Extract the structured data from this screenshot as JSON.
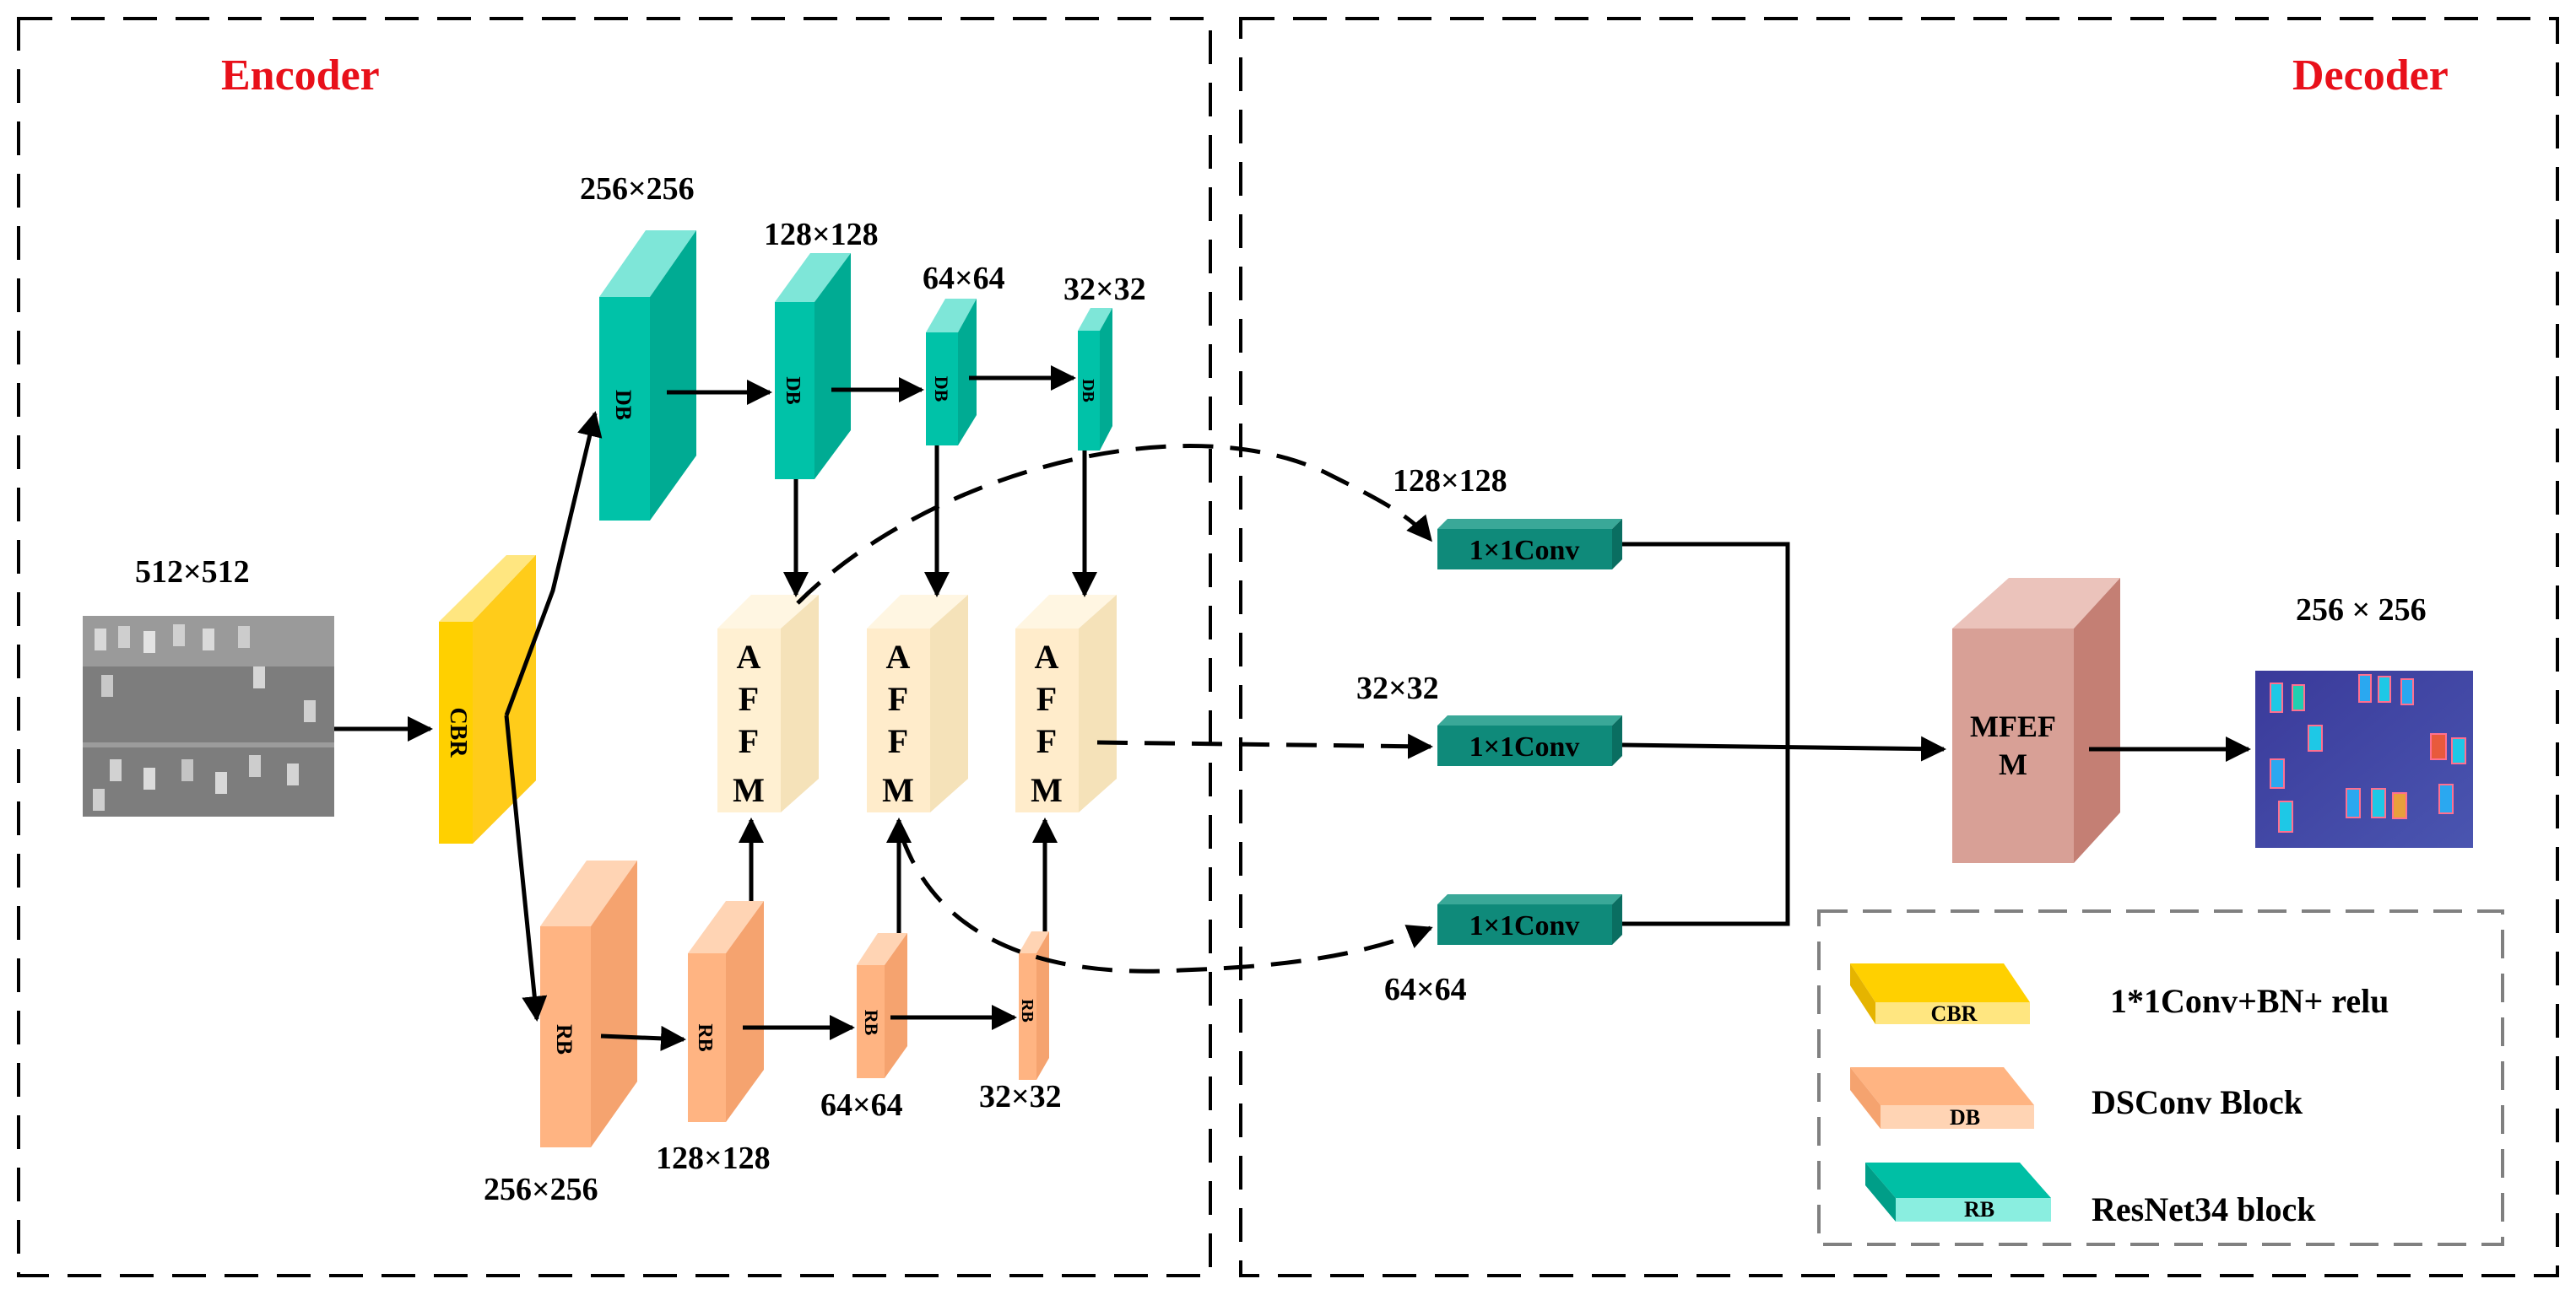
{
  "sections": {
    "encoder_title": "Encoder",
    "decoder_title": "Decoder"
  },
  "input": {
    "size_label": "512×512"
  },
  "blocks": {
    "cbr": "CBR",
    "db": "DB",
    "rb": "RB",
    "affm_letters": [
      "A",
      "F",
      "F",
      "M"
    ],
    "conv": "1×1Conv",
    "mfefm_line1": "MFEF",
    "mfefm_line2": "M"
  },
  "size_labels": {
    "db1": "256×256",
    "db2": "128×128",
    "db3": "64×64",
    "db4": "32×32",
    "rb1": "256×256",
    "rb2": "128×128",
    "rb3": "64×64",
    "rb4": "32×32",
    "conv_top": "128×128",
    "conv_mid": "32×32",
    "conv_bot": "64×64",
    "output": "256 × 256"
  },
  "legend": [
    {
      "block": "CBR",
      "text": "1*1Conv+BN+ relu"
    },
    {
      "block": "DB",
      "text": "DSConv Block"
    },
    {
      "block": "RB",
      "text": "ResNet34 block"
    }
  ],
  "colors": {
    "cbr": "#ffd000",
    "db": "#00bfa5",
    "rb": "#ffb482",
    "affm": "#fff0d2",
    "conv": "#0f8a7a",
    "mfefm": "#d8a096",
    "section_title": "#e8101a"
  }
}
